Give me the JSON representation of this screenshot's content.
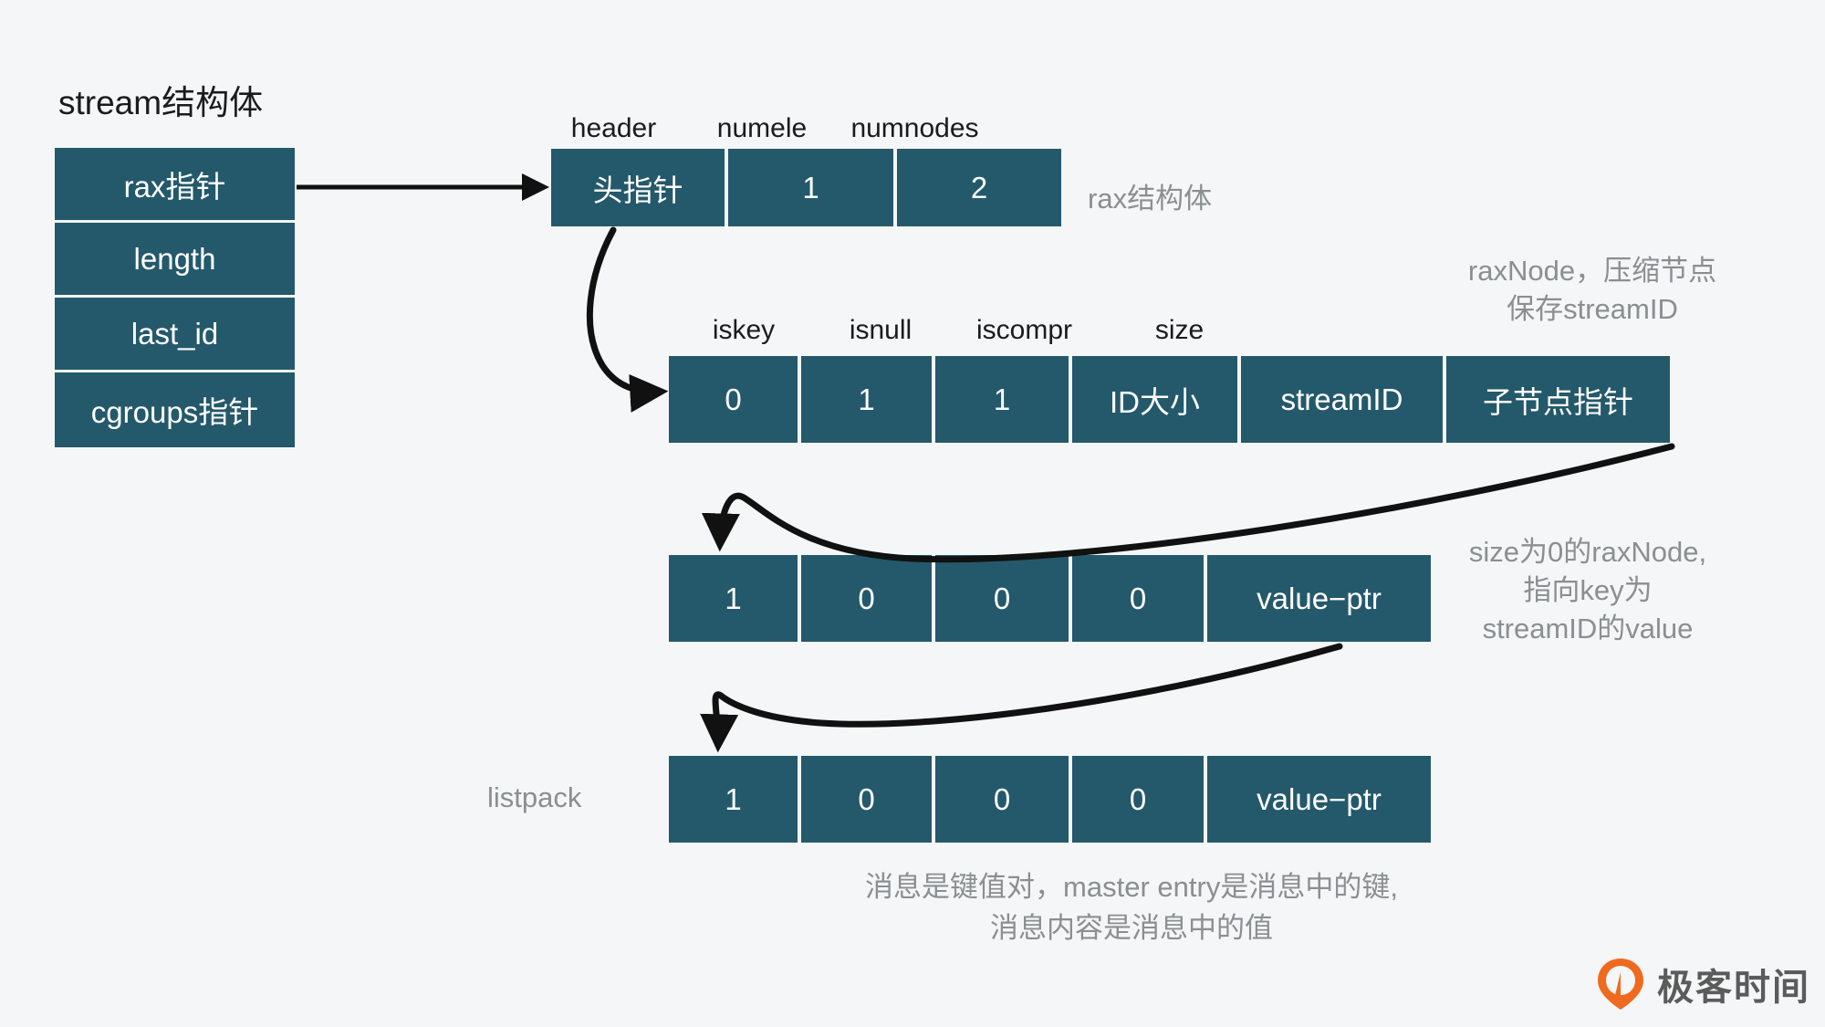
{
  "diagram": {
    "background_color": "#f4f6f7",
    "box_color": "#24596b",
    "box_text_color": "#ffffff",
    "note_color": "#8a8f90",
    "arrow_color": "#111111"
  },
  "stream_struct": {
    "title": "stream结构体",
    "fields": [
      {
        "label": "rax指针"
      },
      {
        "label": "length"
      },
      {
        "label": "last_id"
      },
      {
        "label": "cgroups指针"
      }
    ]
  },
  "rax_struct": {
    "headers": [
      "header",
      "numele",
      "numnodes"
    ],
    "cells": [
      "头指针",
      "1",
      "2"
    ],
    "side_label": "rax结构体"
  },
  "raxnode_compressed": {
    "headers": [
      "iskey",
      "isnull",
      "iscompr",
      "size"
    ],
    "cells": [
      "0",
      "1",
      "1",
      "ID大小",
      "streamID",
      "子节点指针"
    ],
    "note_lines": [
      "raxNode，压缩节点",
      "保存streamID"
    ]
  },
  "raxnode_leaf": {
    "cells": [
      "1",
      "0",
      "0",
      "0",
      "value−ptr"
    ],
    "note_lines": [
      "size为0的raxNode,",
      "指向key为",
      "streamID的value"
    ]
  },
  "listpack_row": {
    "label": "listpack",
    "cells": [
      "1",
      "0",
      "0",
      "0",
      "value−ptr"
    ]
  },
  "caption": {
    "lines": [
      "消息是键值对，master entry是消息中的键,",
      "消息内容是消息中的值"
    ]
  },
  "watermark": {
    "text": "极客时间",
    "mark_color": "#f06a1e"
  }
}
